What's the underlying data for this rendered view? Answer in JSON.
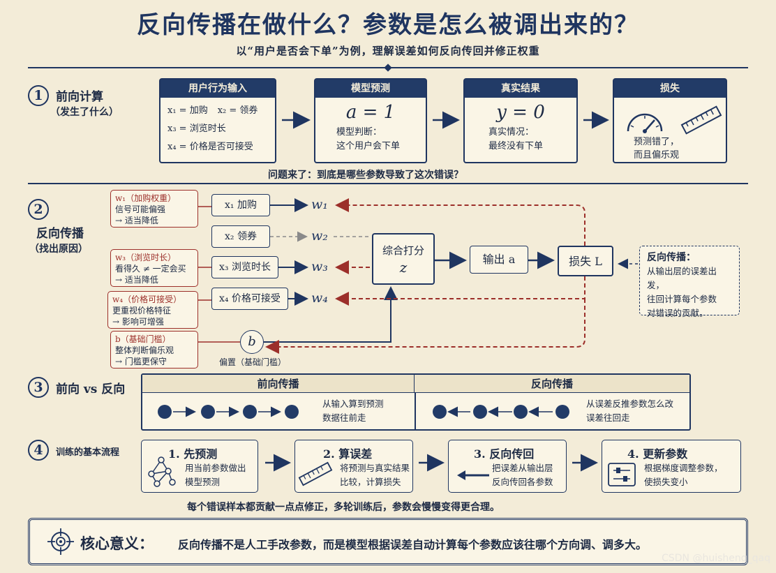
{
  "header": {
    "title": "反向传播在做什么？参数是怎么被调出来的？",
    "subtitle": "以“用户是否会下单”为例，理解误差如何反向传回并修正权重"
  },
  "section1": {
    "num": "1",
    "title": "前向计算",
    "subtitle": "（发生了什么）",
    "input_card": {
      "head": "用户行为输入",
      "line1_a": "x₁ = 加购",
      "line1_b": "x₂ = 领券",
      "line2": "x₃ = 浏览时长",
      "line3": "x₄ = 价格是否可接受"
    },
    "model_card": {
      "head": "模型预测",
      "formula": "a = 1",
      "desc1": "模型判断：",
      "desc2": "这个用户会下单"
    },
    "truth_card": {
      "head": "真实结果",
      "formula": "y = 0",
      "desc1": "真实情况：",
      "desc2": "最终没有下单"
    },
    "loss_card": {
      "head": "损失",
      "desc1": "预测错了，",
      "desc2": "而且偏乐观"
    },
    "question": "问题来了：到底是哪些参数导致了这次错误？"
  },
  "section2": {
    "num": "2",
    "title": "反向传播",
    "subtitle": "（找出原因）",
    "notes": [
      {
        "head": "w₁（加购权重）",
        "l1": "信号可能偏强",
        "l2": "→ 适当降低"
      },
      {
        "head": "w₃（浏览时长）",
        "l1": "看得久 ≠ 一定会买",
        "l2": "→ 适当降低"
      },
      {
        "head": "w₄（价格可接受）",
        "l1": "更重视价格特征",
        "l2": "→ 影响可增强"
      },
      {
        "head": "b（基础门槛）",
        "l1": "整体判断偏乐观",
        "l2": "→ 门槛更保守"
      }
    ],
    "inputs": [
      "x₁ 加购",
      "x₂ 领券",
      "x₃ 浏览时长",
      "x₄ 价格可接受"
    ],
    "weights": [
      "w₁",
      "w₂",
      "w₃",
      "w₄"
    ],
    "bias": "b",
    "bias_label": "偏置（基础门槛）",
    "sum_node_l1": "综合打分",
    "sum_node_l2": "z",
    "output_node": "输出 a",
    "loss_node": "损失 L",
    "explain": {
      "head": "反向传播：",
      "l1": "从输出层的误差出发，",
      "l2": "往回计算每个参数",
      "l3": "对错误的贡献。"
    }
  },
  "section3": {
    "num": "3",
    "title": "前向 vs 反向",
    "forward_head": "前向传播",
    "forward_l1": "从输入算到预测",
    "forward_l2": "数据往前走",
    "backward_head": "反向传播",
    "backward_l1": "从误差反推参数怎么改",
    "backward_l2": "误差往回走"
  },
  "section4": {
    "num": "4",
    "title": "训练的基本流程",
    "steps": [
      {
        "title": "1. 先预测",
        "l1": "用当前参数做出",
        "l2": "模型预测",
        "icon": "network-icon"
      },
      {
        "title": "2. 算误差",
        "l1": "将预测与真实结果",
        "l2": "比较，计算损失",
        "icon": "ruler-icon"
      },
      {
        "title": "3. 反向传回",
        "l1": "把误差从输出层",
        "l2": "反向传回各参数",
        "icon": "arrow-left-icon"
      },
      {
        "title": "4. 更新参数",
        "l1": "根据梯度调整参数，",
        "l2": "使损失变小",
        "icon": "sliders-icon"
      }
    ],
    "summary": "每个错误样本都贡献一点点修正，多轮训练后，参数会慢慢变得更合理。"
  },
  "core": {
    "label": "核心意义：",
    "text": "反向传播不是人工手改参数，而是模型根据误差自动计算每个参数应该往哪个方向调、调多大。"
  },
  "watermark": "CSDN @huisheng_qaq",
  "colors": {
    "navy": "#1f3560",
    "red": "#9c2f2a",
    "paper": "#f3ecd8"
  }
}
